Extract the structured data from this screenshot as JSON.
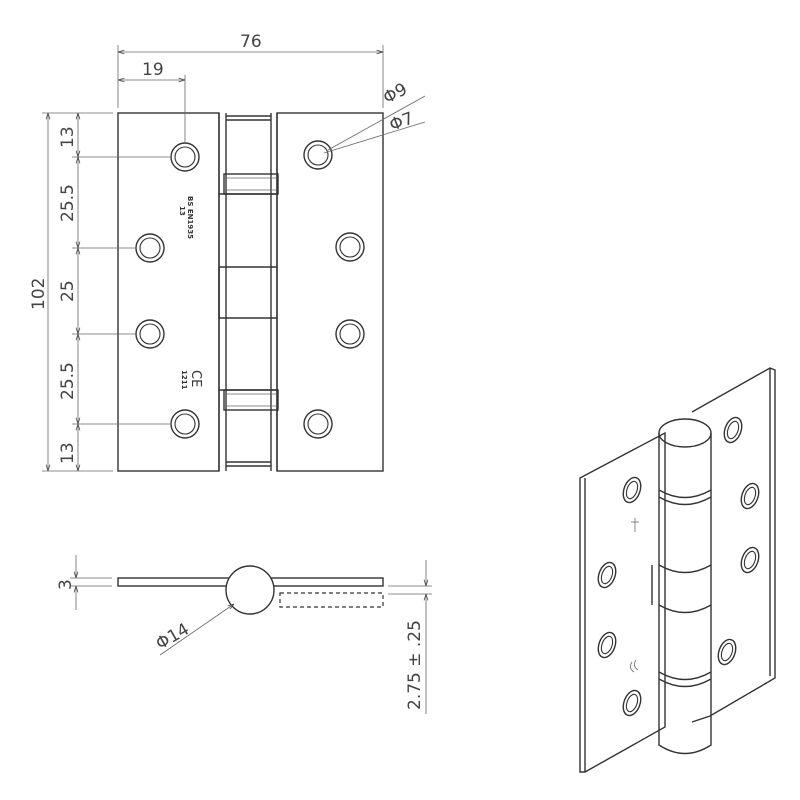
{
  "drawing": {
    "dimensions": {
      "overall_width": "76",
      "hole_offset": "19",
      "overall_height": "102",
      "v_top": "13",
      "v_upper": "25.5",
      "v_middle": "25",
      "v_lower": "25.5",
      "v_bottom": "13",
      "outer_hole_dia": "Φ9",
      "inner_hole_dia": "Φ7",
      "thickness": "3",
      "knuckle_dia": "Φ14",
      "gap": "2.75 ± .25"
    },
    "markings": {
      "standard_line1": "BS EN1935",
      "standard_line2": "13",
      "ce_mark": "CE",
      "ce_number": "1211"
    }
  }
}
